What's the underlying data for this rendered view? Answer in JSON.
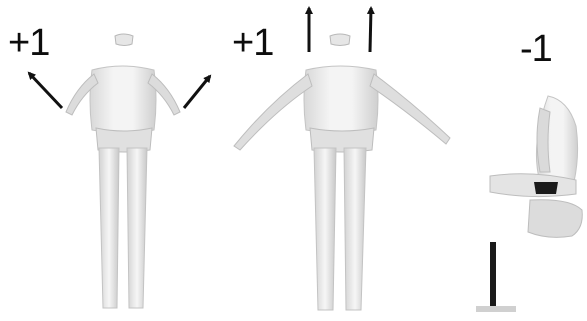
{
  "panels": [
    {
      "id": "left",
      "label": "+1"
    },
    {
      "id": "middle",
      "label": "+1"
    },
    {
      "id": "right",
      "label": "-1"
    }
  ],
  "colors": {
    "figure_fill": "#ececec",
    "figure_shade": "#cfcfcf",
    "figure_dark": "#a9a9a9",
    "arrow": "#111111",
    "background": "#ffffff"
  },
  "icons": [
    "arrow-icon"
  ]
}
